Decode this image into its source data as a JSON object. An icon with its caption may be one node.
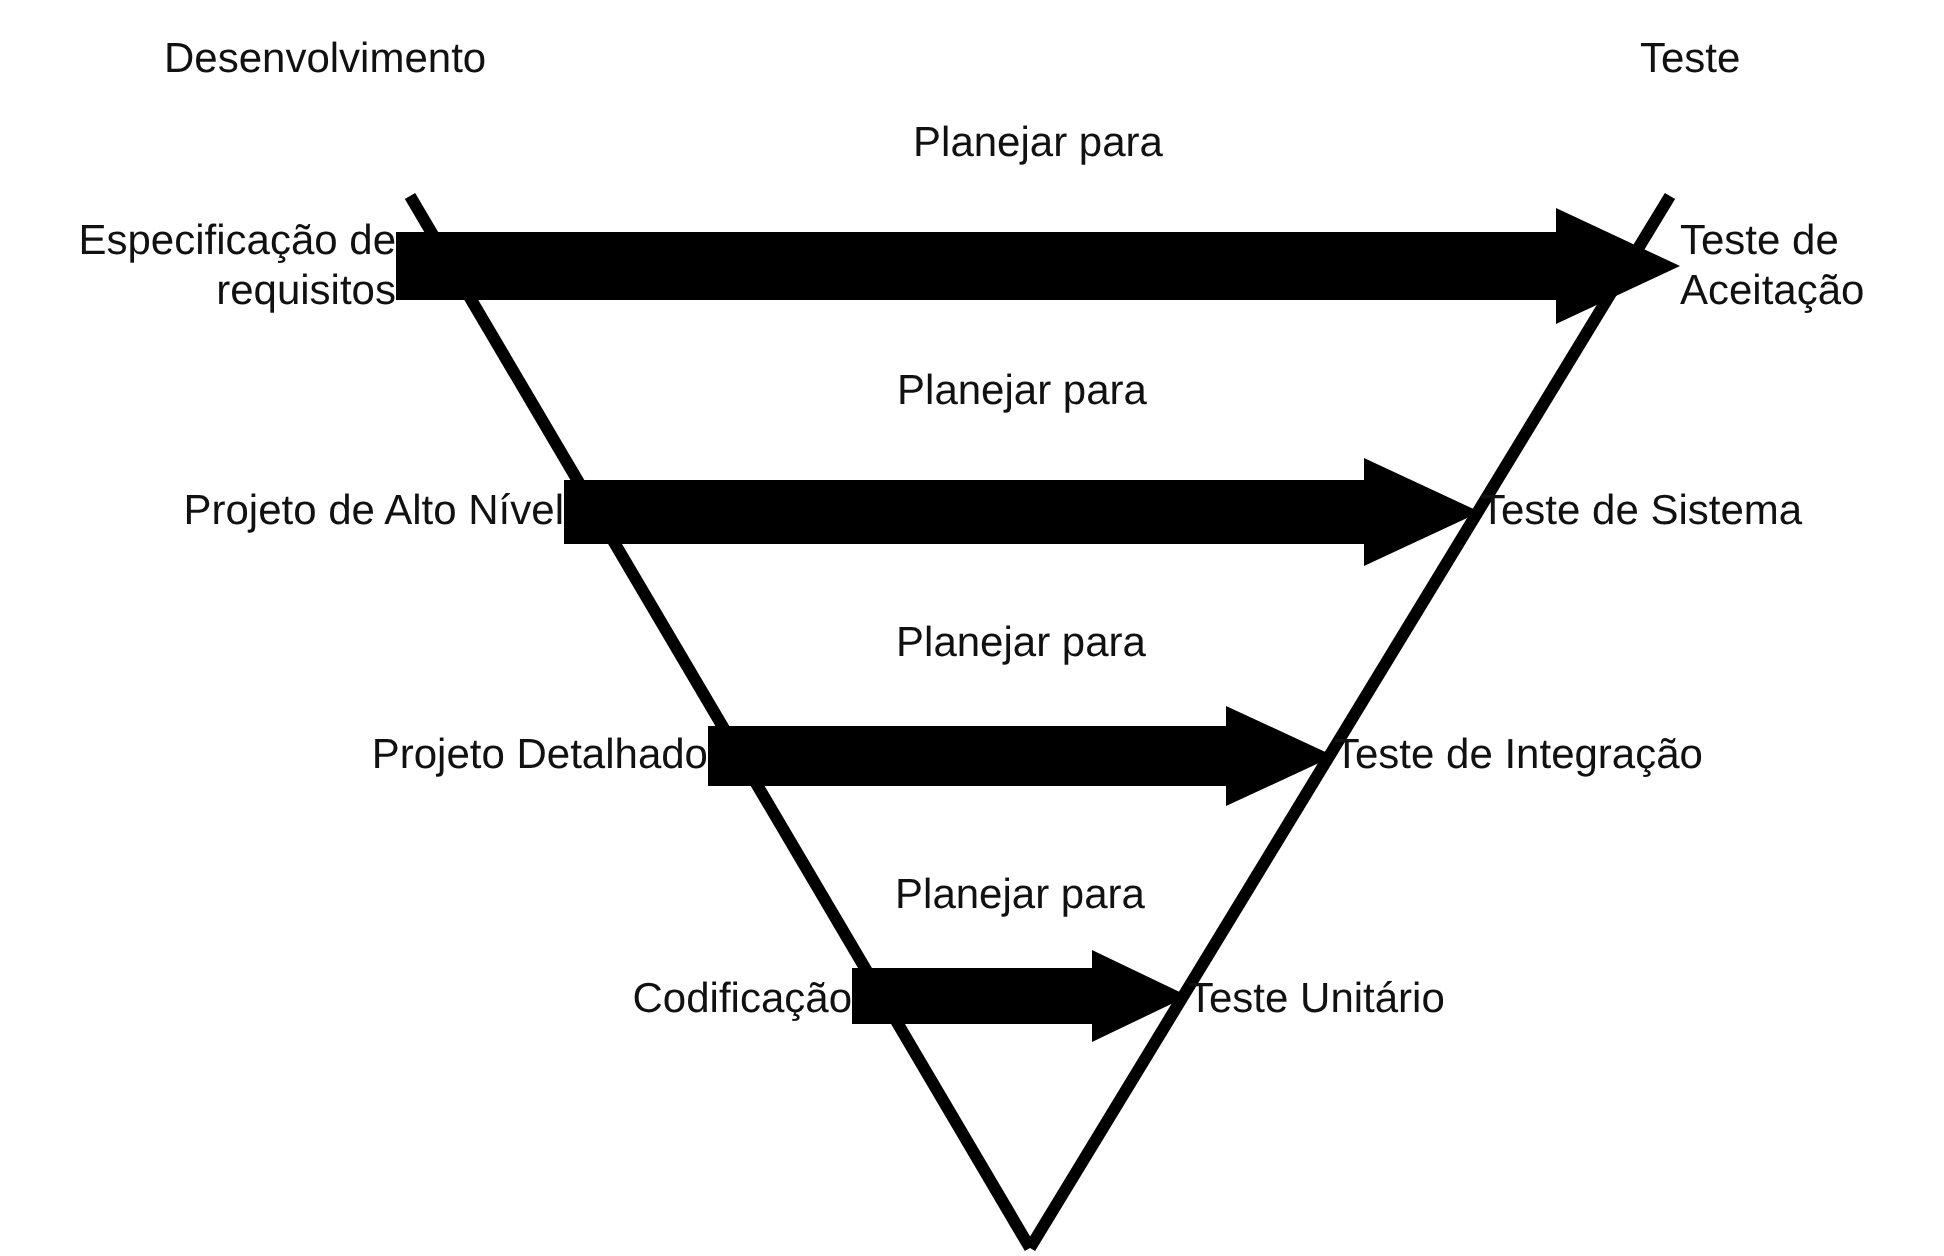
{
  "diagram": {
    "nodes": [
      {
        "text": [
          "Especificação de requisitos"
        ]
      },
      {
        "text": [
          "Teste de Aceitação"
        ]
      },
      {
        "text": [
          "Projeto de Alto Nível"
        ]
      },
      {
        "text": [
          "Teste de Sistema"
        ]
      },
      {
        "text": [
          "Projeto Detalhado"
        ]
      },
      {
        "text": [
          "Teste de Integração"
        ]
      },
      {
        "text": [
          "Codificação"
        ]
      },
      {
        "text": [
          "Teste Unitário"
        ]
      }
    ],
    "edges": [
      {
        "from": 0,
        "to": 1,
        "arrow": "to",
        "label": "Planejar para"
      },
      {
        "from": 2,
        "to": 3,
        "arrow": "to",
        "label": "Planejar para"
      },
      {
        "from": 4,
        "to": 5,
        "arrow": "to",
        "label": "Planejar para"
      },
      {
        "from": 6,
        "to": 7,
        "arrow": "to",
        "label": "Planejar para"
      }
    ],
    "labels": [
      "Desenvolvimento",
      "Teste"
    ]
  }
}
